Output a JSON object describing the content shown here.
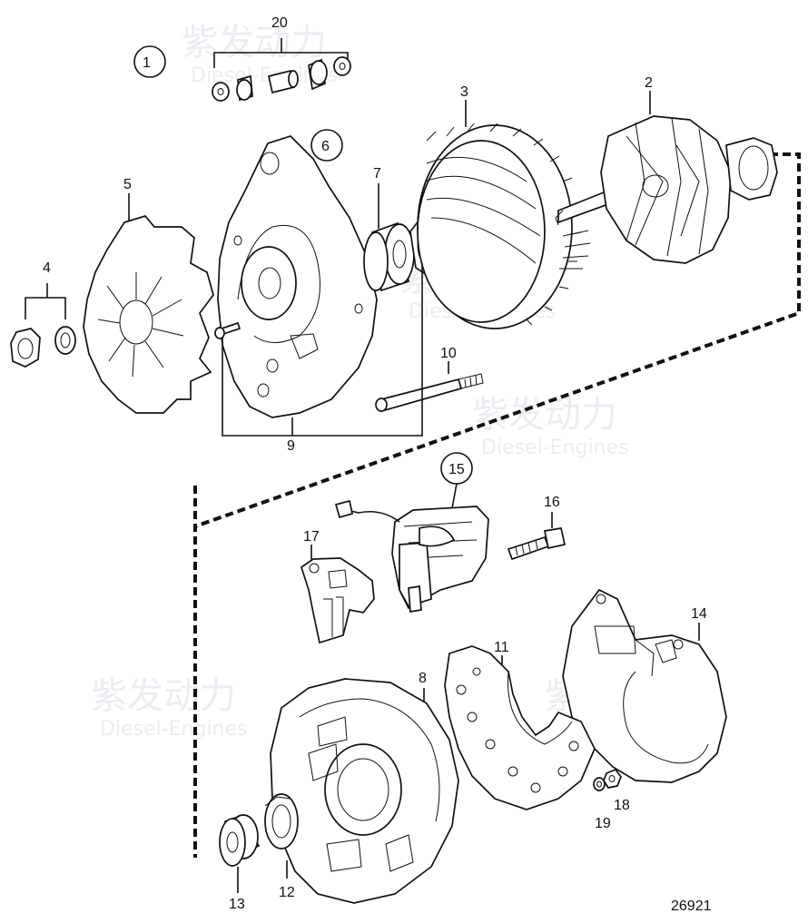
{
  "drawing_number": "26921",
  "callouts": {
    "c1": "1",
    "c2": "2",
    "c3": "3",
    "c4": "4",
    "c5": "5",
    "c6": "6",
    "c7": "7",
    "c8": "8",
    "c9": "9",
    "c10": "10",
    "c11": "11",
    "c12": "12",
    "c13": "13",
    "c14": "14",
    "c15": "15",
    "c16": "16",
    "c17": "17",
    "c18": "18",
    "c19": "19",
    "c20": "20"
  },
  "watermark": {
    "brand_cn": "紫发动力",
    "brand_en": "Diesel-Engines"
  }
}
